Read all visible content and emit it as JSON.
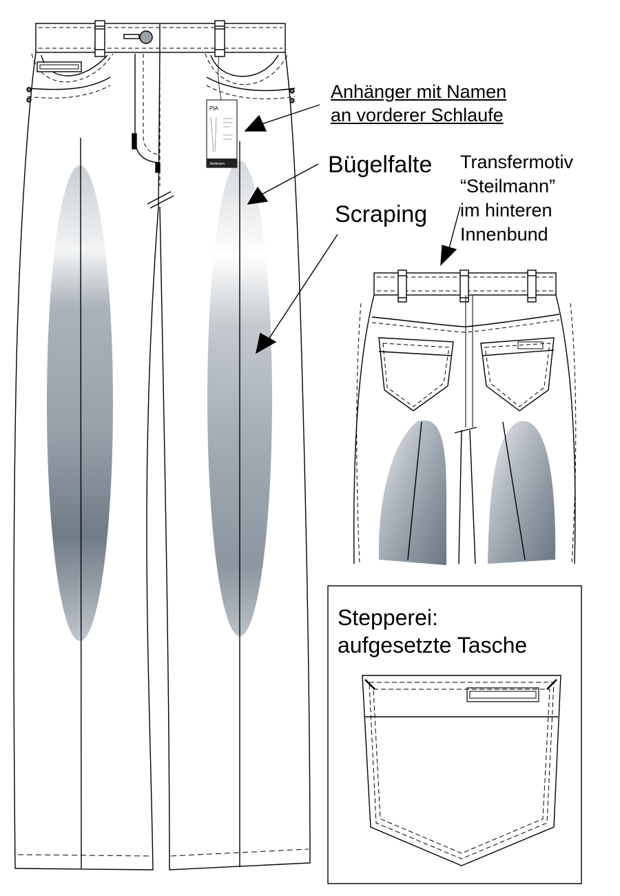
{
  "labels": {
    "tag_line1": "Anhänger mit Namen",
    "tag_line2": "an vorderer Schlaufe",
    "crease": "Bügelfalte",
    "scraping": "Scraping",
    "transfer_line1": "Transfermotiv",
    "transfer_line2": "“Steilmann”",
    "transfer_line3": " im hinteren",
    "transfer_line4": "Innenbund",
    "stitch_line1": "Stepperei:",
    "stitch_line2": "aufgesetzte Tasche"
  },
  "hang_tag": {
    "brand": "PIA",
    "footer": "Steilmann"
  },
  "colors": {
    "line": "#000000",
    "scraping_dark": "#6f7b86",
    "scraping_light": "#ffffff",
    "background": "#ffffff"
  }
}
